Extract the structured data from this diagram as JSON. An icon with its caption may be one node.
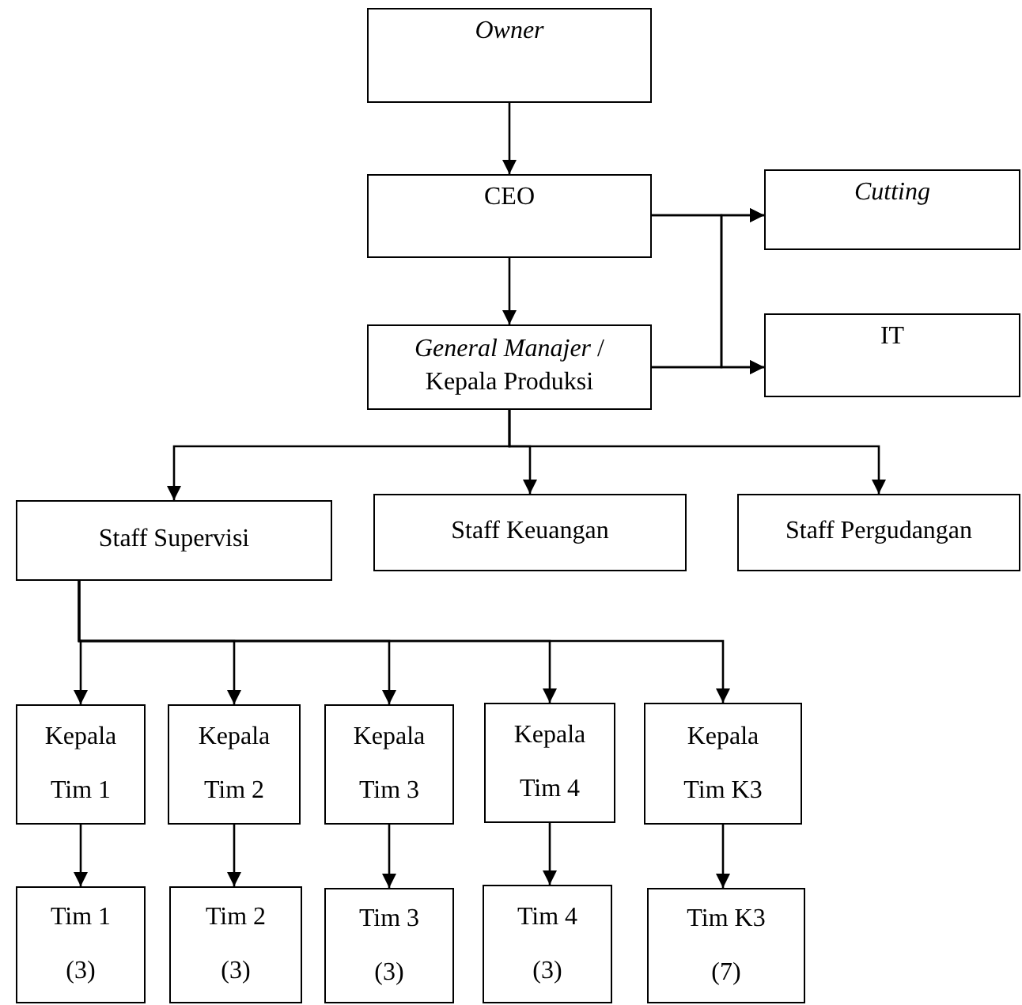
{
  "diagram": {
    "nodes": [
      {
        "text": [
          "*Owner*"
        ]
      },
      {
        "text": [
          "CEO"
        ]
      },
      {
        "text": [
          "*Cutting*"
        ]
      },
      {
        "text": [
          "*General Manajer* / Kepala Produksi"
        ]
      },
      {
        "text": [
          "IT"
        ]
      },
      {
        "text": [
          "Staff Supervisi"
        ]
      },
      {
        "text": [
          "Staff Keuangan"
        ]
      },
      {
        "text": [
          "Staff Pergudangan"
        ]
      },
      {
        "text": [
          "Kepala Tim 1"
        ]
      },
      {
        "text": [
          "Kepala Tim 2"
        ]
      },
      {
        "text": [
          "Kepala Tim 3"
        ]
      },
      {
        "text": [
          "Kepala Tim 4"
        ]
      },
      {
        "text": [
          "Kepala Tim K3"
        ]
      },
      {
        "text": [
          "Tim 1 (3)"
        ]
      },
      {
        "text": [
          "Tim 2 (3)"
        ]
      },
      {
        "text": [
          "Tim 3 (3)"
        ]
      },
      {
        "text": [
          "Tim 4 (3)"
        ]
      },
      {
        "text": [
          "Tim K3 (7)"
        ]
      }
    ],
    "edges": [
      {
        "from": 0,
        "to": 1,
        "arrow": "to"
      },
      {
        "from": 1,
        "to": 3,
        "arrow": "to"
      },
      {
        "from": 1,
        "to": 2,
        "arrow": "to"
      },
      {
        "from": 1,
        "to": 4,
        "arrow": "to"
      },
      {
        "from": 3,
        "to": 2,
        "arrow": "to"
      },
      {
        "from": 3,
        "to": 4,
        "arrow": "to"
      },
      {
        "from": 3,
        "to": 5,
        "arrow": "to"
      },
      {
        "from": 3,
        "to": 6,
        "arrow": "to"
      },
      {
        "from": 3,
        "to": 7,
        "arrow": "to"
      },
      {
        "from": 5,
        "to": 8,
        "arrow": "to"
      },
      {
        "from": 5,
        "to": 9,
        "arrow": "to"
      },
      {
        "from": 5,
        "to": 10,
        "arrow": "to"
      },
      {
        "from": 5,
        "to": 11,
        "arrow": "to"
      },
      {
        "from": 5,
        "to": 12,
        "arrow": "to"
      },
      {
        "from": 8,
        "to": 13,
        "arrow": "to"
      },
      {
        "from": 9,
        "to": 14,
        "arrow": "to"
      },
      {
        "from": 10,
        "to": 15,
        "arrow": "to"
      },
      {
        "from": 11,
        "to": 16,
        "arrow": "to"
      },
      {
        "from": 12,
        "to": 17,
        "arrow": "to"
      }
    ]
  }
}
